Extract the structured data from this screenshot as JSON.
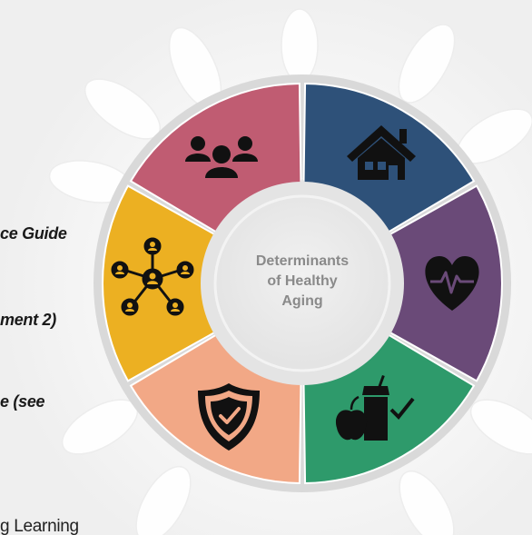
{
  "center_label": {
    "line1": "Determinants",
    "line2": "of Healthy",
    "line3": "Aging"
  },
  "left_text": {
    "line1": "ce Guide",
    "line2": "ment 2)",
    "line3": "e (see",
    "line4": "g Learning"
  },
  "segments": [
    {
      "name": "housing",
      "icon": "house-icon",
      "color": "#2e5179"
    },
    {
      "name": "health",
      "icon": "heart-pulse-icon",
      "color": "#6a4a78"
    },
    {
      "name": "nutrition",
      "icon": "apple-drink-check-icon",
      "color": "#2e9a6b"
    },
    {
      "name": "safety",
      "icon": "shield-check-icon",
      "color": "#f2a886"
    },
    {
      "name": "social-network",
      "icon": "network-people-icon",
      "color": "#ecb022"
    },
    {
      "name": "community",
      "icon": "group-people-icon",
      "color": "#c05c72"
    }
  ],
  "colors": {
    "ring": "#d9d9d9",
    "inner_ring": "#e4e4e4",
    "center": "#ececec",
    "center_text": "#8a8a8a"
  }
}
